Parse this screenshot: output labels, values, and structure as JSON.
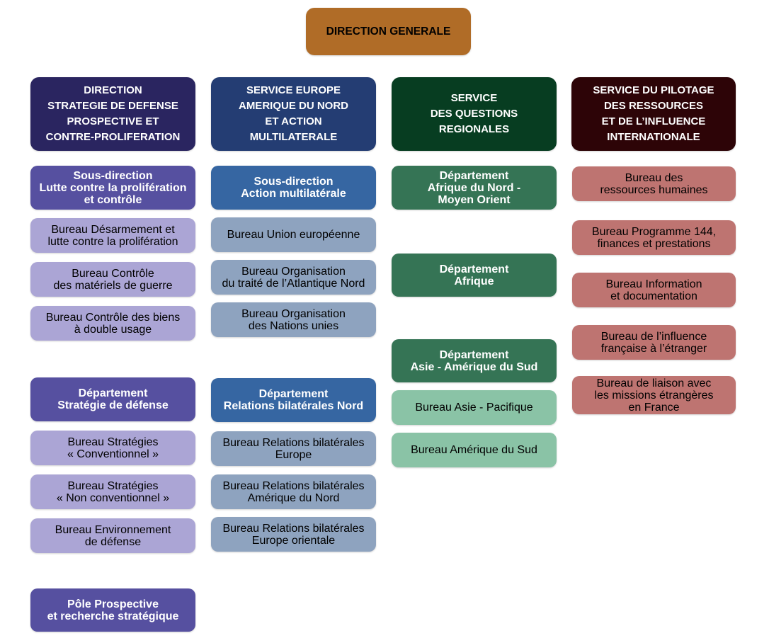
{
  "colors": {
    "top": "#b06c27",
    "col1_head": "#2a2560",
    "col1_sub": "#5650a0",
    "col1_bureau": "#aba5d5",
    "col2_head": "#243d73",
    "col2_sub": "#3666a2",
    "col2_bureau": "#8ea3bf",
    "col3_head": "#073d21",
    "col3_sub": "#357455",
    "col3_bureau": "#8ac3a6",
    "col4_head": "#2d0407",
    "col4_bureau": "#be7471"
  },
  "top": {
    "label": "DIRECTION GENERALE"
  },
  "columns": [
    {
      "head": "DIRECTION\nSTRATEGIE DE DEFENSE\nPROSPECTIVE ET\nCONTRE-PROLIFERATION",
      "units": [
        {
          "type": "sub",
          "label": "Sous-direction\nLutte contre la prolifération\net contrôle"
        },
        {
          "type": "bureau",
          "label": "Bureau Désarmement et\nlutte contre la prolifération"
        },
        {
          "type": "bureau",
          "label": "Bureau Contrôle\ndes matériels de guerre"
        },
        {
          "type": "bureau",
          "label": "Bureau Contrôle des biens\nà double usage"
        },
        {
          "type": "sub",
          "label": "Département\nStratégie de défense"
        },
        {
          "type": "bureau",
          "label": "Bureau Stratégies\n« Conventionnel »"
        },
        {
          "type": "bureau",
          "label": "Bureau Stratégies\n« Non conventionnel »"
        },
        {
          "type": "bureau",
          "label": "Bureau Environnement\nde défense"
        },
        {
          "type": "sub",
          "label": "Pôle Prospective\net recherche stratégique"
        }
      ]
    },
    {
      "head": "SERVICE EUROPE\nAMERIQUE DU NORD\nET ACTION\nMULTILATERALE",
      "units": [
        {
          "type": "sub",
          "label": "Sous-direction\nAction multilatérale"
        },
        {
          "type": "bureau",
          "label": "Bureau Union européenne"
        },
        {
          "type": "bureau",
          "label": "Bureau Organisation\ndu traité de l’Atlantique Nord"
        },
        {
          "type": "bureau",
          "label": "Bureau Organisation\ndes Nations unies"
        },
        {
          "type": "sub",
          "label": "Département\nRelations bilatérales Nord"
        },
        {
          "type": "bureau",
          "label": "Bureau Relations bilatérales\nEurope"
        },
        {
          "type": "bureau",
          "label": "Bureau Relations bilatérales\nAmérique du Nord"
        },
        {
          "type": "bureau",
          "label": "Bureau Relations bilatérales\nEurope orientale"
        }
      ]
    },
    {
      "head": "SERVICE\nDES QUESTIONS\nREGIONALES",
      "units": [
        {
          "type": "sub",
          "label": "Département\nAfrique du Nord -\nMoyen Orient"
        },
        {
          "type": "sub",
          "label": "Département\nAfrique"
        },
        {
          "type": "sub",
          "label": "Département\nAsie - Amérique du Sud"
        },
        {
          "type": "bureau",
          "label": "Bureau Asie - Pacifique"
        },
        {
          "type": "bureau",
          "label": "Bureau Amérique du Sud"
        }
      ]
    },
    {
      "head": "SERVICE DU PILOTAGE\nDES RESSOURCES\nET DE L’INFLUENCE\nINTERNATIONALE",
      "units": [
        {
          "type": "bureau",
          "label": "Bureau des\nressources humaines"
        },
        {
          "type": "bureau",
          "label": "Bureau Programme 144,\nfinances et prestations"
        },
        {
          "type": "bureau",
          "label": "Bureau Information\net documentation"
        },
        {
          "type": "bureau",
          "label": "Bureau de l’influence\nfrançaise à l’étranger"
        },
        {
          "type": "bureau",
          "label": "Bureau de liaison avec\nles missions étrangères\nen France"
        }
      ]
    }
  ]
}
